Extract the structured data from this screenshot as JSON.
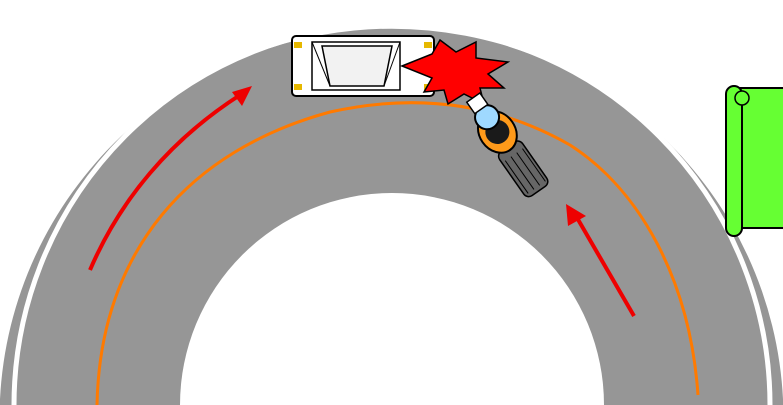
{
  "scene": {
    "type": "traffic-accident-diagram",
    "road": "curved-two-lane",
    "vehicles": [
      {
        "kind": "car",
        "color": "white",
        "lane": "oncoming",
        "direction": "right-to-left"
      },
      {
        "kind": "motorcycle",
        "color": "orange-rider",
        "lane": "crossing-center-line",
        "direction": "left-to-right"
      }
    ],
    "impact": {
      "icon": "collision-burst-icon",
      "color": "#ff0000"
    },
    "lane_arrows": [
      {
        "name": "arrow-left-lane",
        "direction": "up"
      },
      {
        "name": "arrow-right-lane",
        "direction": "up-left"
      }
    ],
    "trajectory": {
      "color": "#ff7a00",
      "desc": "motorcycle-path"
    },
    "sign": {
      "icon": "scroll-sign-icon",
      "color": "#66ff33"
    }
  },
  "colors": {
    "road": "#969696",
    "edge_line": "#ffffff",
    "arrow": "#ee0000",
    "path": "#ff7a00",
    "burst": "#ff0000",
    "sign": "#66ff33"
  }
}
